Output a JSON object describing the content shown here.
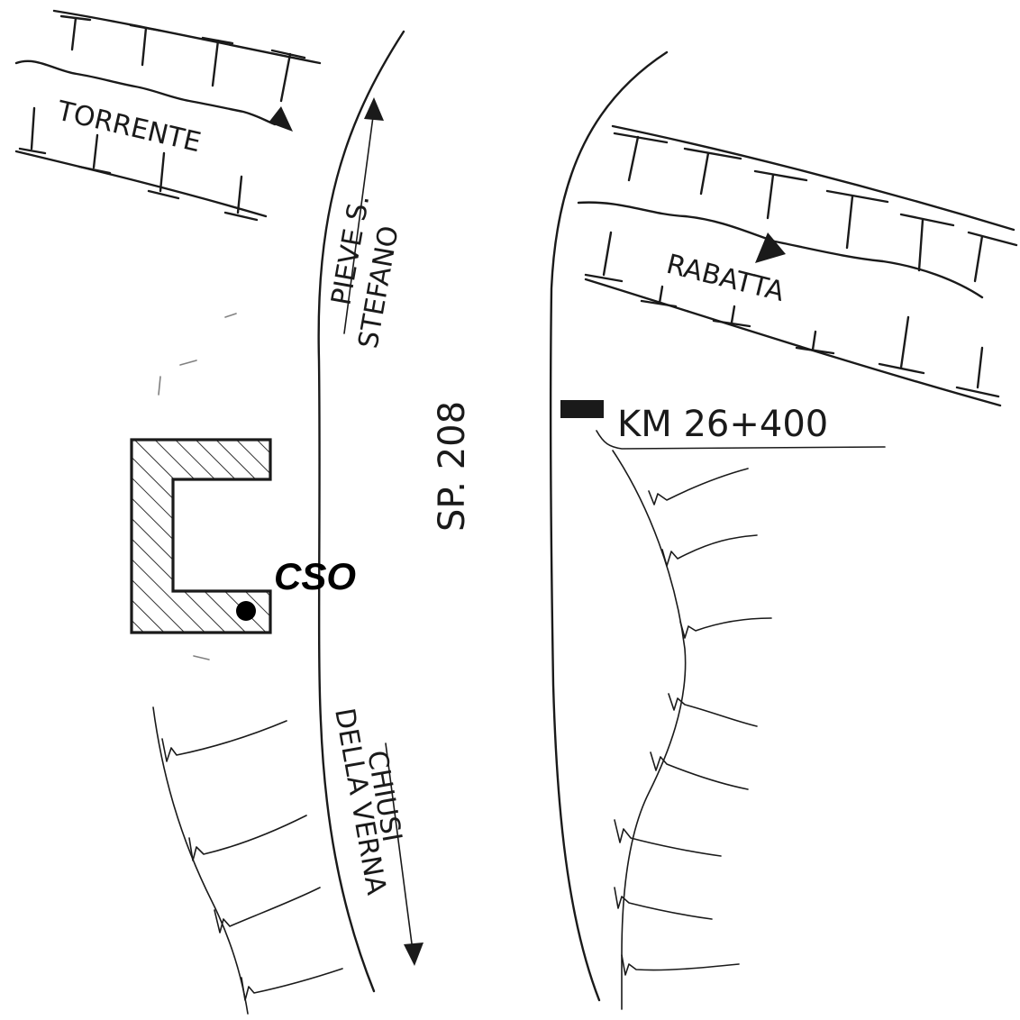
{
  "labels": {
    "torrente": "TORRENTE",
    "rabatta": "RABATTA",
    "pieve_line1": "PIEVE S.",
    "pieve_line2": "STEFANO",
    "road": "SP. 208",
    "km": "KM 26+400",
    "cso": "CSO",
    "chiusi_line1": "CHIUSI",
    "chiusi_line2": "DELLA VERNA"
  },
  "colors": {
    "ink": "#1a1a1a",
    "paper": "#ffffff",
    "marker": "#000000"
  },
  "icons": {
    "building": "hatched-c-shaped-building",
    "station": "filled-dot-marker",
    "km_post": "black-rectangle-marker",
    "flow": "arrowhead"
  }
}
